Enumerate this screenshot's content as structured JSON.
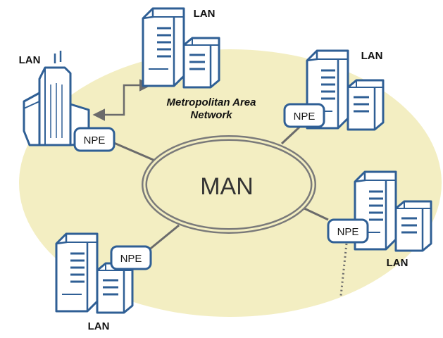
{
  "diagram": {
    "title_line1": "Metropolitan Area",
    "title_line2": "Network",
    "center_label": "MAN",
    "lan_label": "LAN",
    "npe_label": "NPE",
    "colors": {
      "region": "#f3eec2",
      "outline": "#2f5f95",
      "device_fill": "#ffffff",
      "link": "#6b6b6b",
      "man_ring": "#7a7a7a"
    },
    "nodes": [
      {
        "id": "top",
        "label": "LAN",
        "icon": "server-cabinet-icon"
      },
      {
        "id": "upper-left",
        "label": "LAN",
        "icon": "office-building-icon",
        "npe": "NPE"
      },
      {
        "id": "upper-right",
        "label": "LAN",
        "icon": "server-cabinet-icon",
        "npe": "NPE"
      },
      {
        "id": "right",
        "label": "LAN",
        "icon": "server-cabinet-icon",
        "npe": "NPE"
      },
      {
        "id": "bottom-left",
        "label": "LAN",
        "icon": "server-cabinet-icon",
        "npe": "NPE"
      }
    ]
  }
}
